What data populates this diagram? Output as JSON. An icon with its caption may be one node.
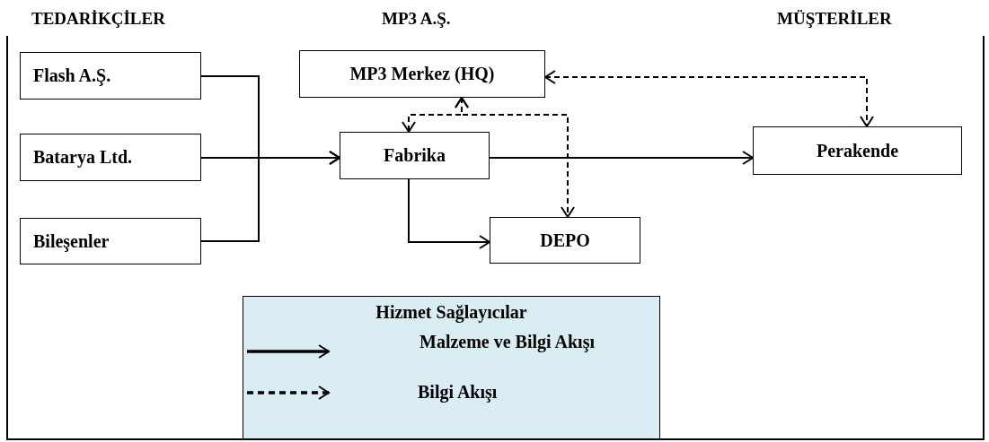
{
  "diagram": {
    "nodes": [
      {
        "text": [
          "Flash A.Ş."
        ]
      },
      {
        "text": [
          "MP3 Merkez (HQ)"
        ]
      },
      {
        "text": [
          "Batarya Ltd."
        ]
      },
      {
        "text": [
          "Fabrika"
        ]
      },
      {
        "text": [
          "Perakende"
        ]
      },
      {
        "text": [
          "Bileşenler"
        ]
      },
      {
        "text": [
          "DEPO"
        ]
      },
      {
        "text": [
          "Hizmet Sağlayıcılar"
        ]
      }
    ],
    "edges": [
      {
        "from": 0,
        "to": 3,
        "arrow": "to"
      },
      {
        "from": 2,
        "to": 3,
        "arrow": "to"
      },
      {
        "from": 5,
        "to": 3,
        "arrow": "to"
      },
      {
        "from": 3,
        "to": 4,
        "arrow": "to"
      },
      {
        "from": 3,
        "to": 6,
        "arrow": "to"
      },
      {
        "from": 1,
        "to": 4,
        "arrow": "both",
        "style": "dashed"
      },
      {
        "from": 1,
        "to": 3,
        "arrow": "both",
        "style": "dashed"
      },
      {
        "from": 1,
        "to": 6,
        "arrow": "both",
        "style": "dashed"
      }
    ],
    "labels": [
      "TEDARİKÇİLER",
      "MP3 A.Ş.",
      "MÜŞTERİLER"
    ],
    "legend": [
      {
        "text": "Malzeme ve Bilgi Akışı"
      },
      {
        "text": "Bilgi Akışı"
      }
    ]
  }
}
